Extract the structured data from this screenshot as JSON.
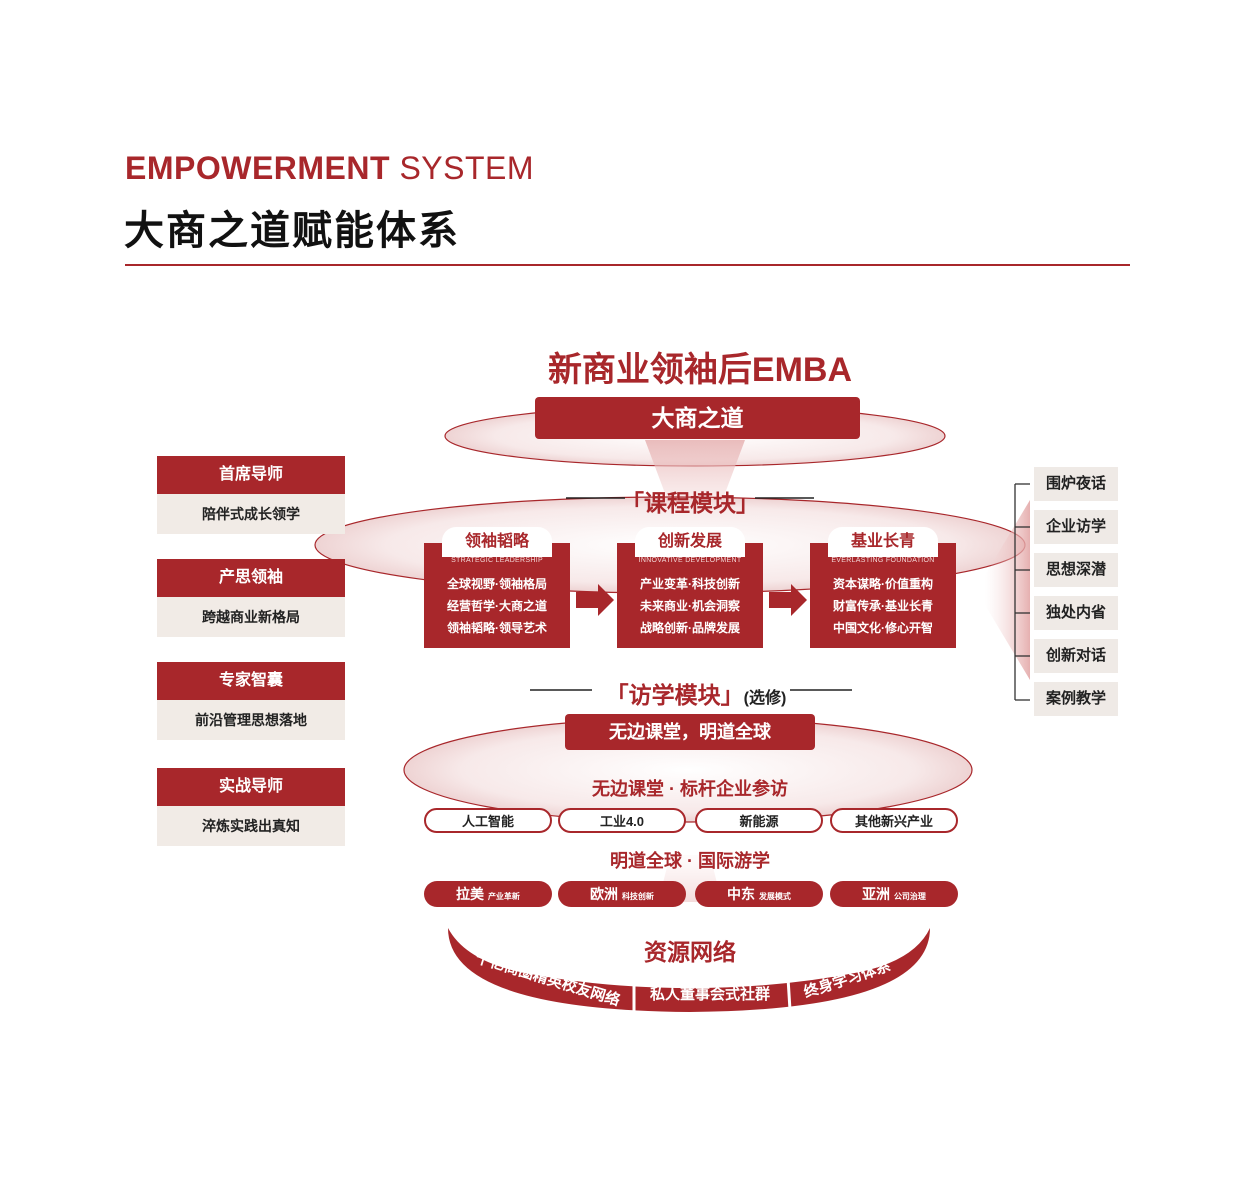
{
  "header": {
    "en_bold": "EMPOWERMENT",
    "en_light": "SYSTEM",
    "cn_title": "大商之道赋能体系"
  },
  "main": {
    "title": "新商业领袖后EMBA",
    "top_bar": "大商之道",
    "course_section": "「课程模块」",
    "visit_section": "「访学模块」",
    "visit_optional": "(选修)",
    "visit_bar": "无边课堂，明道全球"
  },
  "left_cards": [
    {
      "title": "首席导师",
      "sub": "陪伴式成长领学"
    },
    {
      "title": "产思领袖",
      "sub": "跨越商业新格局"
    },
    {
      "title": "专家智囊",
      "sub": "前沿管理思想落地"
    },
    {
      "title": "实战导师",
      "sub": "淬炼实践出真知"
    }
  ],
  "modules": [
    {
      "title": "领袖韬略",
      "en": "STRATEGIC LEADERSHIP",
      "lines": [
        "全球视野·领袖格局",
        "经营哲学·大商之道",
        "领袖韬略·领导艺术"
      ]
    },
    {
      "title": "创新发展",
      "en": "INNOVATIVE DEVELOPMENT",
      "lines": [
        "产业变革·科技创新",
        "未来商业·机会洞察",
        "战略创新·品牌发展"
      ]
    },
    {
      "title": "基业长青",
      "en": "EVERLASTING FOUNDATION",
      "lines": [
        "资本谋略·价值重构",
        "财富传承·基业长青",
        "中国文化·修心开智"
      ]
    }
  ],
  "right_items": [
    "围炉夜话",
    "企业访学",
    "思想深潜",
    "独处内省",
    "创新对话",
    "案例教学"
  ],
  "visit": {
    "classroom_title": "无边课堂 · 标杆企业参访",
    "industries": [
      "人工智能",
      "工业4.0",
      "新能源",
      "其他新兴产业"
    ],
    "global_title": "明道全球 · 国际游学",
    "regions": [
      {
        "name": "拉美",
        "tag": "产业革新"
      },
      {
        "name": "欧洲",
        "tag": "科技创新"
      },
      {
        "name": "中东",
        "tag": "发展模式"
      },
      {
        "name": "亚洲",
        "tag": "公司治理"
      }
    ]
  },
  "resources": {
    "title": "资源网络",
    "items": [
      "千亿商圈精英校友网络",
      "私人董事会式社群",
      "终身学习体系"
    ]
  },
  "colors": {
    "accent": "#a8272b",
    "light_bg": "#f1ebe6"
  }
}
